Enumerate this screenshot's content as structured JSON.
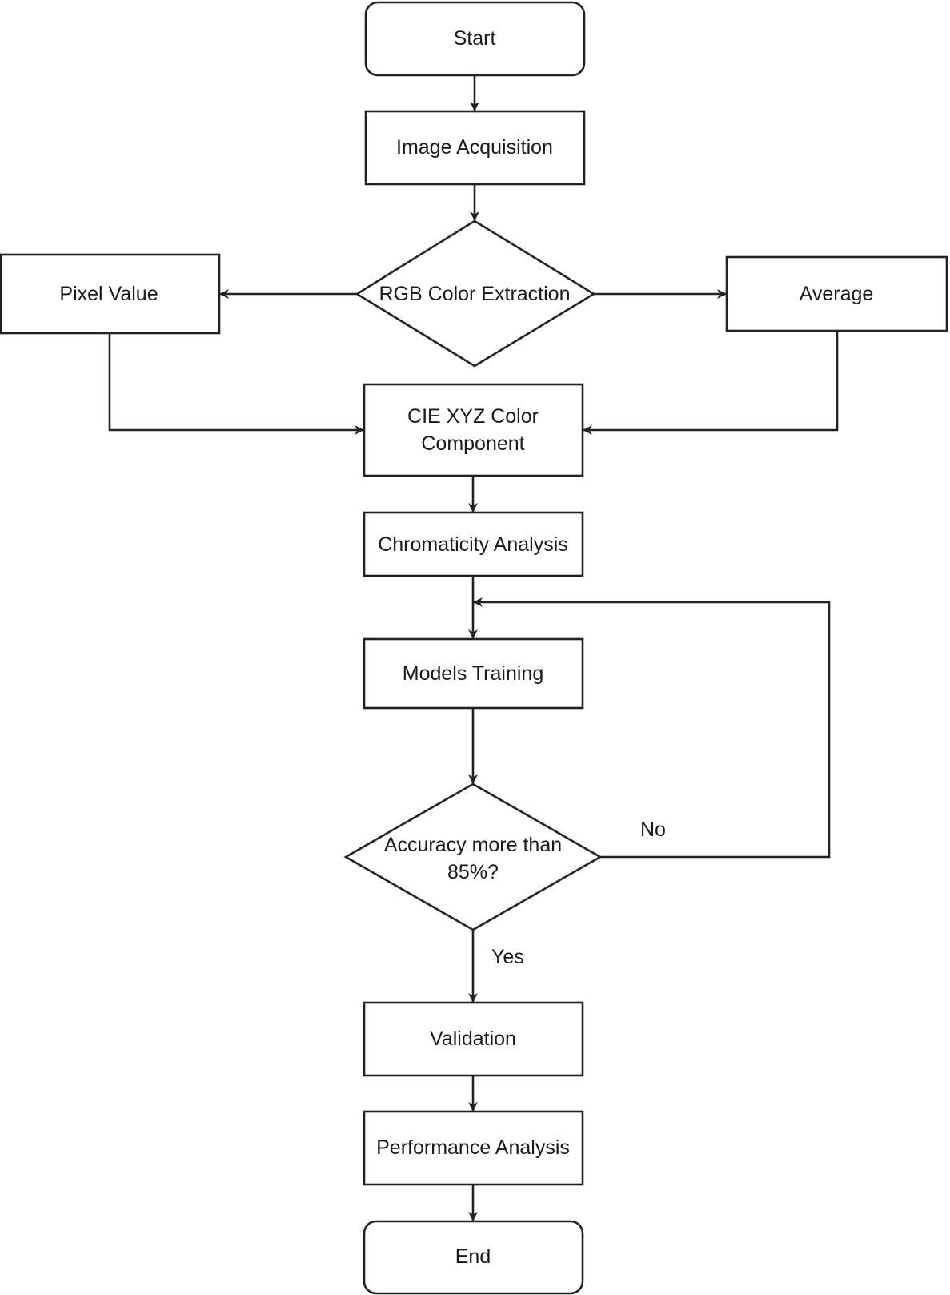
{
  "diagram": {
    "nodes": {
      "start": {
        "label": "Start"
      },
      "image_acquisition": {
        "label": "Image Acquisition"
      },
      "rgb_extraction": {
        "label": "RGB Color Extraction"
      },
      "pixel_value": {
        "label": "Pixel Value"
      },
      "average": {
        "label": "Average"
      },
      "cie_xyz": {
        "label_line1": "CIE XYZ Color",
        "label_line2": "Component"
      },
      "chromaticity": {
        "label": "Chromaticity Analysis"
      },
      "models_training": {
        "label": "Models Training"
      },
      "accuracy_decision": {
        "label_line1": "Accuracy more than",
        "label_line2": "85%?"
      },
      "validation": {
        "label": "Validation"
      },
      "performance": {
        "label": "Performance Analysis"
      },
      "end": {
        "label": "End"
      }
    },
    "edge_labels": {
      "no": "No",
      "yes": "Yes"
    },
    "colors": {
      "stroke": "#222222",
      "fill": "#ffffff",
      "text": "#1a1a1a"
    }
  }
}
